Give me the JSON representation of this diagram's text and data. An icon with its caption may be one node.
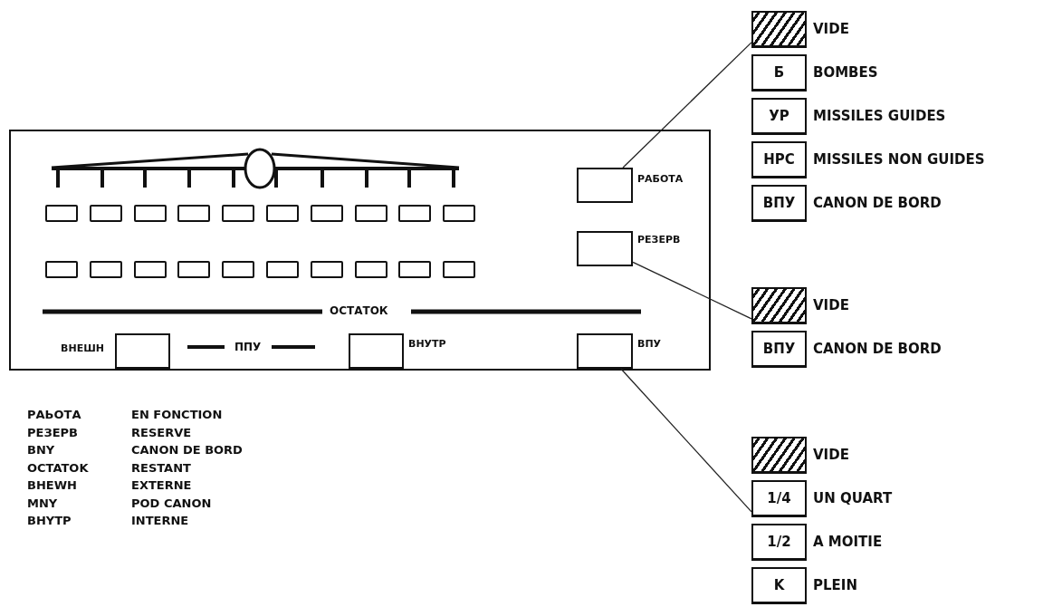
{
  "diagram": {
    "nodes": [
      {
        "text": [],
        "shape": "box"
      },
      {
        "text": [],
        "shape": "box",
        "in": 0
      },
      {
        "text": [],
        "shape": "box",
        "in": 0
      },
      {
        "text": [],
        "shape": "box",
        "in": 0
      },
      {
        "text": [],
        "shape": "box",
        "in": 0
      },
      {
        "text": [],
        "shape": "box",
        "in": 0
      },
      {
        "text": [],
        "shape": "box",
        "in": 0
      },
      {
        "text": [],
        "shape": "box",
        "in": 0
      },
      {
        "text": [],
        "shape": "box",
        "in": 0
      },
      {
        "text": [],
        "shape": "box",
        "in": 0
      },
      {
        "text": [],
        "shape": "box",
        "in": 0
      },
      {
        "text": [
          "РАБОТА"
        ],
        "in": 0
      },
      {
        "text": [],
        "shape": "box",
        "in": 0
      },
      {
        "text": [],
        "shape": "box",
        "in": 0
      },
      {
        "text": [],
        "shape": "box",
        "in": 0
      },
      {
        "text": [],
        "shape": "box",
        "in": 0
      },
      {
        "text": [],
        "shape": "box",
        "in": 0
      },
      {
        "text": [],
        "shape": "box",
        "in": 0
      },
      {
        "text": [],
        "shape": "box",
        "in": 0
      },
      {
        "text": [],
        "shape": "box",
        "in": 0
      },
      {
        "text": [],
        "shape": "box",
        "in": 0
      },
      {
        "text": [],
        "shape": "box",
        "in": 0
      },
      {
        "text": [
          "РЕЗЕРВ"
        ],
        "in": 0
      },
      {
        "text": [
          "ВНЕШН"
        ],
        "in": 0
      },
      {
        "text": [
          "ВНУТР"
        ],
        "in": 0
      },
      {
        "text": [
          "ВПУ"
        ],
        "in": 0
      },
      {
        "text": [
          "VIDE"
        ]
      },
      {
        "text": [
          "Б",
          "BOMBES"
        ]
      },
      {
        "text": [
          "УР",
          "MISSILES GUIDES"
        ]
      },
      {
        "text": [
          "НРС",
          "MISSILES NON GUIDES"
        ]
      },
      {
        "text": [
          "ВПУ",
          "CANON DE BORD"
        ]
      },
      {
        "text": [
          "VIDE"
        ]
      },
      {
        "text": [
          "ВПУ",
          "CANON DE BORD"
        ]
      },
      {
        "text": [
          "VIDE"
        ]
      },
      {
        "text": [
          "1/4",
          "UN QUART"
        ]
      },
      {
        "text": [
          "1/2",
          "A MOITIE"
        ]
      },
      {
        "text": [
          "K",
          "PLEIN"
        ]
      }
    ],
    "edges": [
      {
        "from": 11,
        "to": 26,
        "arrow": "none"
      },
      {
        "from": 22,
        "to": 31,
        "arrow": "none"
      },
      {
        "from": 25,
        "to": 34,
        "arrow": "none"
      }
    ],
    "labels": [
      "ОСТАТОК",
      "ППУ",
      "РАЬОТА",
      "EN FONCTION",
      "РЕЗЕРВ",
      "RESERVE",
      "BNY",
      "CANON DE BORD",
      "OCTATOK",
      "RESTANT",
      "BHEWH",
      "EXTERNE",
      "MNY",
      "POD CANON",
      "BHYTP",
      "INTERNE"
    ]
  }
}
